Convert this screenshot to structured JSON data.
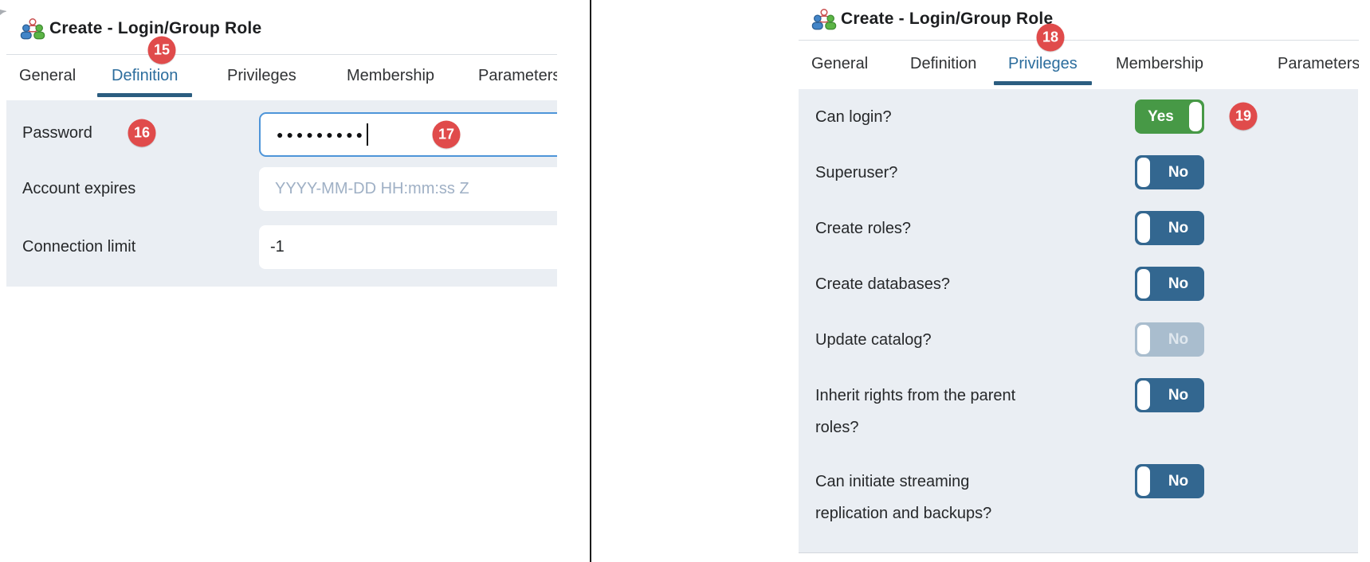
{
  "panels": {
    "left": {
      "title": "Create - Login/Group Role",
      "icon": "group-role-icon",
      "tabs": [
        {
          "label": "General",
          "active": false
        },
        {
          "label": "Definition",
          "active": true
        },
        {
          "label": "Privileges",
          "active": false
        },
        {
          "label": "Membership",
          "active": false
        },
        {
          "label": "Parameters",
          "active": false
        }
      ],
      "fields": {
        "password": {
          "label": "Password",
          "value_masked": "●●●●●●●●●"
        },
        "account_expires": {
          "label": "Account expires",
          "value": "",
          "placeholder": "YYYY-MM-DD HH:mm:ss Z"
        },
        "connection_limit": {
          "label": "Connection limit",
          "value": "-1"
        }
      }
    },
    "right": {
      "title": "Create - Login/Group Role",
      "icon": "group-role-icon",
      "tabs": [
        {
          "label": "General",
          "active": false
        },
        {
          "label": "Definition",
          "active": false
        },
        {
          "label": "Privileges",
          "active": true
        },
        {
          "label": "Membership",
          "active": false
        },
        {
          "label": "Parameters",
          "active": false
        }
      ],
      "privileges": [
        {
          "label": "Can login?",
          "value": "Yes",
          "state": "on"
        },
        {
          "label": "Superuser?",
          "value": "No",
          "state": "off"
        },
        {
          "label": "Create roles?",
          "value": "No",
          "state": "off"
        },
        {
          "label": "Create databases?",
          "value": "No",
          "state": "off"
        },
        {
          "label": "Update catalog?",
          "value": "No",
          "state": "disabled"
        },
        {
          "label": "Inherit rights from the parent roles?",
          "value": "No",
          "state": "off"
        },
        {
          "label": "Can initiate streaming replication and backups?",
          "value": "No",
          "state": "off"
        }
      ]
    }
  },
  "badges": {
    "definition_tab": "15",
    "password_label": "16",
    "password_field": "17",
    "privileges_tab": "18",
    "can_login_toggle": "19"
  },
  "colors": {
    "toggle_on": "#479946",
    "toggle_off": "#336790",
    "toggle_disabled": "#a9bdce",
    "badge": "#e04b4b",
    "tab_active": "#2c6d9d",
    "tab_indicator": "#2b5d80",
    "panel_bg": "#eaeef3",
    "focus_border": "#4e95d9"
  }
}
